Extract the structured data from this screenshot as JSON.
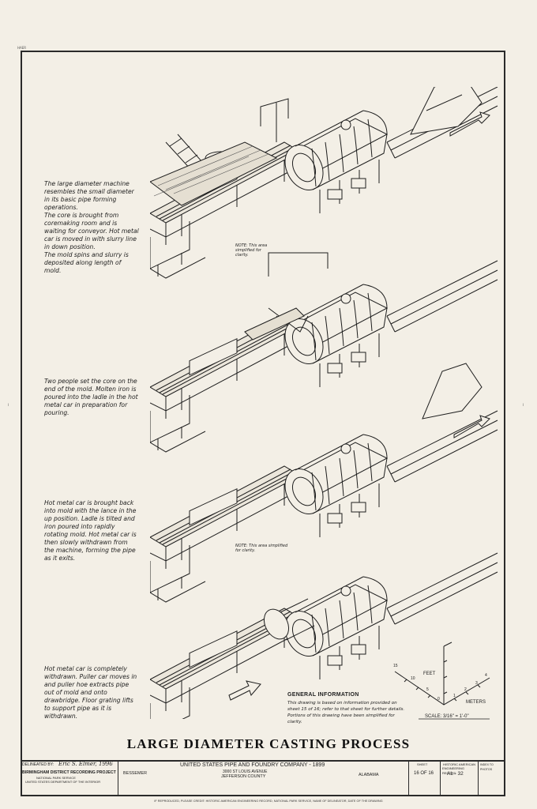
{
  "sheet": {
    "title": "LARGE DIAMETER CASTING PROCESS",
    "corner_mark": "HAER",
    "side_mark_left": "I",
    "side_mark_right": "I"
  },
  "notes": [
    "The large diameter machine resembles the small diameter in its basic pipe forming operations.\nThe core is brought from coremaking room and is waiting for conveyor. Hot metal car is moved in with slurry line in down position.\nThe mold spins and slurry is deposited along length of mold.",
    "Two people set the core on the end of the mold. Molten iron is poured into the ladle in the hot metal car in preparation for pouring.",
    "Hot metal car is brought back into mold with the lance in the up position. Ladle is tilted and iron poured into rapidly rotating mold. Hot metal car is then slowly withdrawn from the machine, forming the pipe as it exits.",
    "Hot metal car is completely withdrawn. Puller car moves in and puller hoe extracts pipe out of mold and onto drawbridge. Floor grating lifts to support pipe as it is withdrawn."
  ],
  "drawing_notes": {
    "note1": "NOTE: This area\nsimplified for\nclarity.",
    "note2": "NOTE: This area simplified\nfor clarity."
  },
  "general_information": {
    "heading": "GENERAL INFORMATION",
    "text": "This drawing is based on information provided on sheet 15 of 16; refer to that sheet for further details. Portions of this drawing have been simplified for clarity."
  },
  "scale": {
    "feet_label": "FEET",
    "meters_label": "METERS",
    "scale_text": "SCALE: 3/16\" = 1'-0\"",
    "feet_ticks": [
      "15",
      "10",
      "5",
      "0"
    ],
    "meter_ticks": [
      "0",
      "1",
      "2",
      "3",
      "4"
    ]
  },
  "title_block": {
    "delineated_label": "DELINEATED BY:",
    "delineator": "Eric S. Elmer, 1996",
    "project": "BIRMINGHAM DISTRICT RECORDING PROJECT",
    "agency1": "NATIONAL PARK SERVICE",
    "agency2": "UNITED STATES DEPARTMENT OF THE INTERIOR",
    "city": "BESSEMER",
    "company": "UNITED STATES PIPE AND FOUNDRY COMPANY - 1899",
    "address": "3000 ST LOUIS AVENUE",
    "county": "JEFFERSON COUNTY",
    "state": "ALABAMA",
    "sheet_label": "SHEET",
    "sheet": "16 OF 16",
    "haer_label1": "HISTORIC AMERICAN",
    "haer_label2": "ENGINEERING RECORD",
    "haer_number": "AL - 32",
    "index_label": "INDEX TO PHOTOS"
  },
  "credit": "IF REPRODUCED, PLEASE CREDIT: HISTORIC AMERICAN ENGINEERING RECORD, NATIONAL PARK SERVICE, NAME OF DELINEATOR, DATE OF THE DRAWING"
}
